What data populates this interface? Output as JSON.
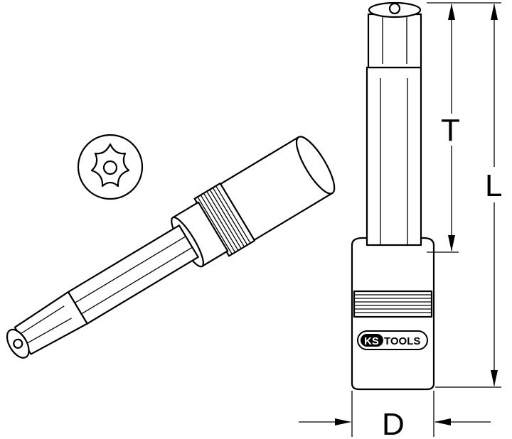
{
  "labels": {
    "total_length": "L",
    "tip_length": "T",
    "diameter": "D"
  },
  "logo": {
    "brand": "KS",
    "text": "TOOLS"
  },
  "colors": {
    "line": "#000000",
    "background": "#ffffff"
  }
}
